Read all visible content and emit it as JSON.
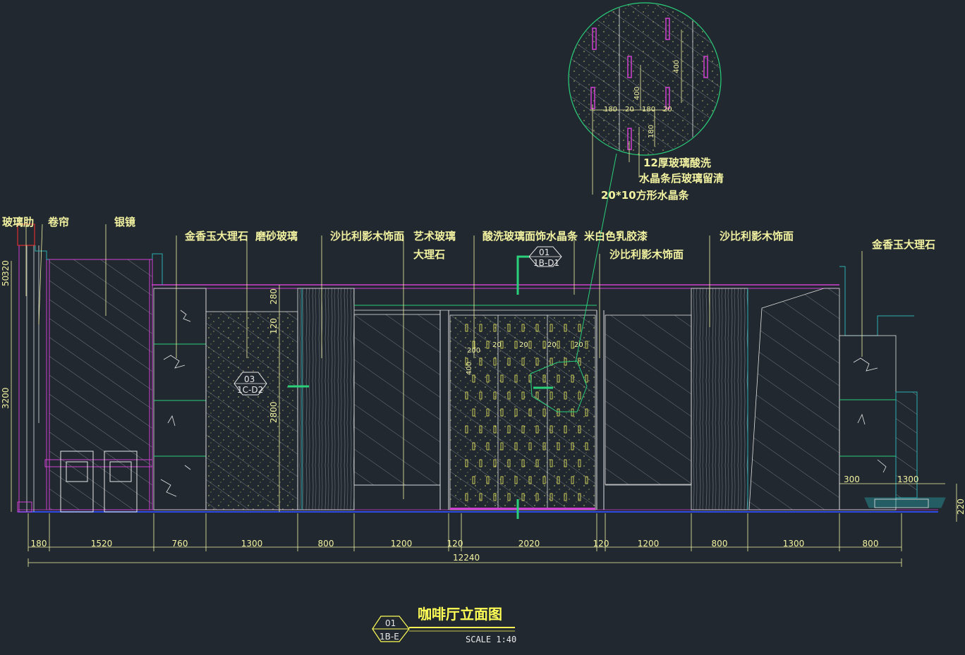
{
  "labels": {
    "glass_fin": "玻璃肋",
    "roller_blind": "卷帘",
    "silver_mirror": "银镜",
    "gold_marble_left": "金香玉大理石",
    "frosted_glass": "磨砂玻璃",
    "sapele_veneer_1": "沙比利影木饰面",
    "art_glass": "艺术玻璃",
    "marble": "大理石",
    "acid_glass_crystal": "酸洗玻璃面饰水晶条",
    "off_white_paint": "米白色乳胶漆",
    "sapele_veneer_2": "沙比利影木饰面",
    "sapele_veneer_3": "沙比利影木饰面",
    "gold_marble_right": "金香玉大理石",
    "glass_12mm": "12厚玻璃酸洗",
    "crystal_back": "水晶条后玻璃留清",
    "crystal_bar": "20*10方形水晶条"
  },
  "bottom_dims": [
    "180",
    "1520",
    "760",
    "1300",
    "800",
    "1200",
    "120",
    "2020",
    "120",
    "1200",
    "800",
    "1300",
    "800"
  ],
  "total_dim": "12240",
  "vertical_dims": {
    "left_a": "50",
    "left_b": "320",
    "left_c": "3200",
    "mid_a": "280",
    "mid_b": "120",
    "mid_c": "2800",
    "right_a": "220"
  },
  "detail_dims": [
    "400",
    "400",
    "180",
    "20",
    "180",
    "20",
    "180"
  ],
  "panel_dims": [
    "200",
    "400",
    "20",
    "20",
    "20",
    "20"
  ],
  "right_small_dims": [
    "300",
    "1300"
  ],
  "tags": {
    "top_num": "01",
    "top_ref": "1B-D1",
    "left_num": "03",
    "left_ref": "1C-D2",
    "title_num": "01",
    "title_ref": "1B-E"
  },
  "title": "咖啡厅立面图",
  "scale": "SCALE   1:40"
}
